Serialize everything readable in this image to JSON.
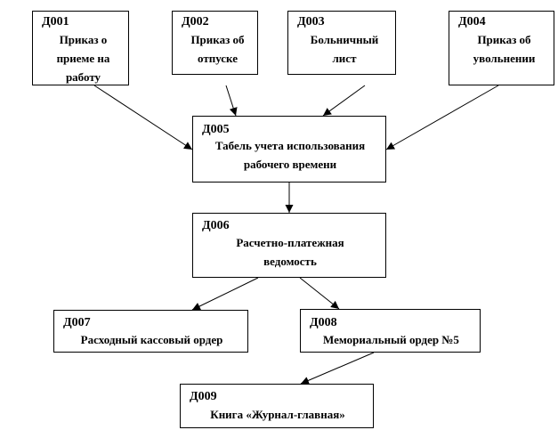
{
  "diagram": {
    "colors": {
      "stroke": "#000000",
      "background": "#ffffff",
      "text": "#000000"
    },
    "nodes": [
      {
        "id": "d001",
        "code": "Д001",
        "label": "Приказ о\nприеме на\nработу"
      },
      {
        "id": "d002",
        "code": "Д002",
        "label": "Приказ об\nотпуске"
      },
      {
        "id": "d003",
        "code": "Д003",
        "label": "Больничный\nлист"
      },
      {
        "id": "d004",
        "code": "Д004",
        "label": "Приказ об\nувольнении"
      },
      {
        "id": "d005",
        "code": "Д005",
        "label": "Табель учета использования\nрабочего времени"
      },
      {
        "id": "d006",
        "code": "Д006",
        "label": "Расчетно-платежная\nведомость"
      },
      {
        "id": "d007",
        "code": "Д007",
        "label": "Расходный кассовый ордер"
      },
      {
        "id": "d008",
        "code": "Д008",
        "label": "Мемориальный ордер №5"
      },
      {
        "id": "d009",
        "code": "Д009",
        "label": "Книга «Журнал-главная»"
      }
    ],
    "edges": [
      {
        "from": "d001",
        "to": "d005"
      },
      {
        "from": "d002",
        "to": "d005"
      },
      {
        "from": "d003",
        "to": "d005"
      },
      {
        "from": "d004",
        "to": "d005"
      },
      {
        "from": "d005",
        "to": "d006"
      },
      {
        "from": "d006",
        "to": "d007"
      },
      {
        "from": "d006",
        "to": "d008"
      },
      {
        "from": "d008",
        "to": "d009"
      }
    ]
  }
}
